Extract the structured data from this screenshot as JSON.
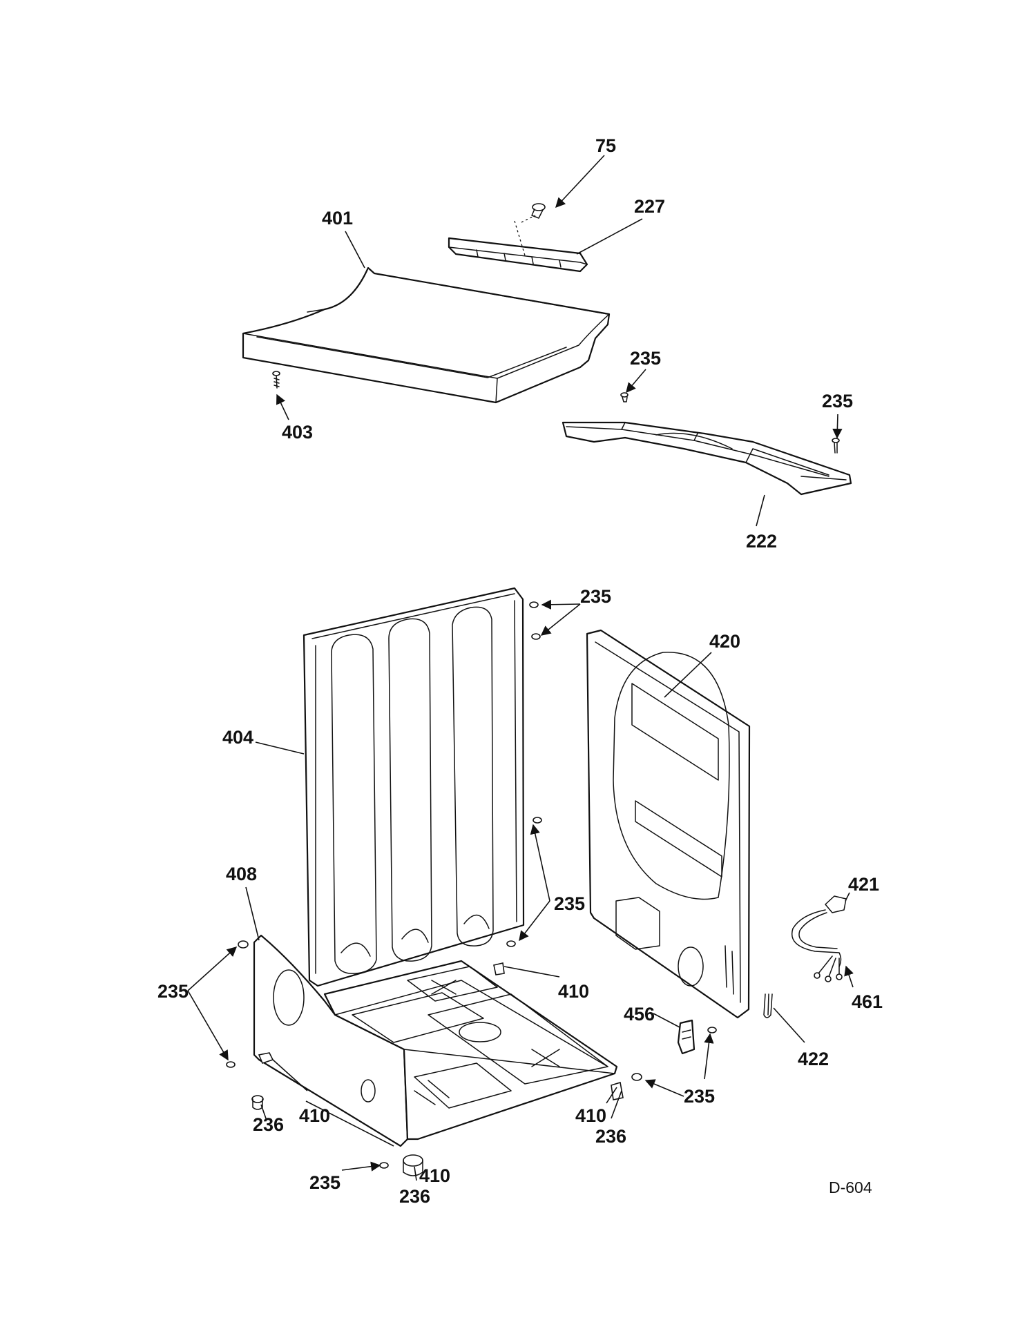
{
  "diagram_code": "D-604",
  "callouts": {
    "c75": "75",
    "c227": "227",
    "c401": "401",
    "c403": "403",
    "c235": "235",
    "c222": "222",
    "c420": "420",
    "c404": "404",
    "c408": "408",
    "c410": "410",
    "c421": "421",
    "c461": "461",
    "c456": "456",
    "c422": "422",
    "c236": "236"
  }
}
